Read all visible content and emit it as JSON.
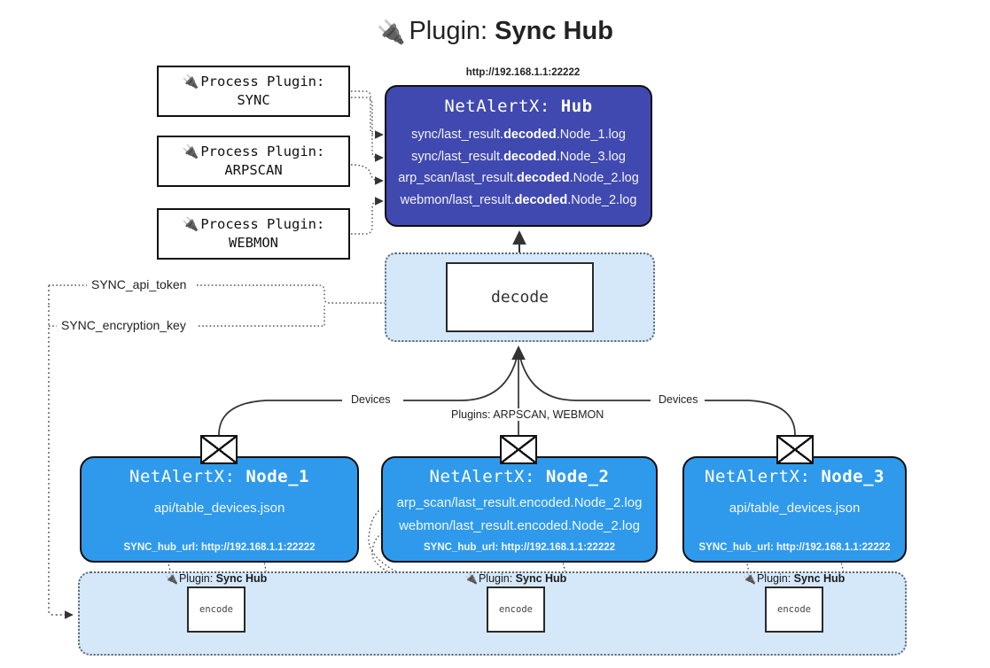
{
  "title": {
    "icon": "plug-icon",
    "prefix": "Plugin:",
    "name": "Sync Hub"
  },
  "process_plugins": [
    {
      "icon": "plug-icon",
      "label": "Process Plugin:",
      "value": "SYNC"
    },
    {
      "icon": "plug-icon",
      "label": "Process Plugin:",
      "value": "ARPSCAN"
    },
    {
      "icon": "plug-icon",
      "label": "Process Plugin:",
      "value": "WEBMON"
    }
  ],
  "hub": {
    "url": "http://192.168.1.1:22222",
    "title_prefix": "NetAlertX:",
    "title_name": "Hub",
    "lines": [
      {
        "pre": "sync/last_result.",
        "mid": "decoded",
        "post": ".Node_1.log"
      },
      {
        "pre": "sync/last_result.",
        "mid": "decoded",
        "post": ".Node_3.log"
      },
      {
        "pre": "arp_scan/last_result.",
        "mid": "decoded",
        "post": ".Node_2.log"
      },
      {
        "pre": "webmon/last_result.",
        "mid": "decoded",
        "post": ".Node_2.log"
      }
    ],
    "color": "#4049b0"
  },
  "decode": {
    "label": "decode",
    "container_color": "#d5e8fa"
  },
  "settings": [
    {
      "label": "SYNC_api_token"
    },
    {
      "label": "SYNC_encryption_key"
    }
  ],
  "edges": [
    {
      "label": "Devices"
    },
    {
      "label": "Plugins: ARPSCAN, WEBMON"
    },
    {
      "label": "Devices"
    }
  ],
  "nodes": [
    {
      "title_prefix": "NetAlertX:",
      "title_name": "Node_1",
      "lines": [
        "api/table_devices.json"
      ],
      "foot": "SYNC_hub_url: http://192.168.1.1:22222",
      "color": "#2f9aec",
      "icon": "envelope-icon"
    },
    {
      "title_prefix": "NetAlertX:",
      "title_name": "Node_2",
      "lines": [
        "arp_scan/last_result.encoded.Node_2.log",
        "webmon/last_result.encoded.Node_2.log"
      ],
      "foot": "SYNC_hub_url: http://192.168.1.1:22222",
      "color": "#2f9aec",
      "icon": "envelope-icon"
    },
    {
      "title_prefix": "NetAlertX:",
      "title_name": "Node_3",
      "lines": [
        "api/table_devices.json"
      ],
      "foot": "SYNC_hub_url: http://192.168.1.1:22222",
      "color": "#2f9aec",
      "icon": "envelope-icon"
    }
  ],
  "encoders": [
    {
      "icon": "plug-icon",
      "prefix": "Plugin:",
      "name": "Sync Hub",
      "box": "encode"
    },
    {
      "icon": "plug-icon",
      "prefix": "Plugin:",
      "name": "Sync Hub",
      "box": "encode"
    },
    {
      "icon": "plug-icon",
      "prefix": "Plugin:",
      "name": "Sync Hub",
      "box": "encode"
    }
  ],
  "colors": {
    "hub": "#4049b0",
    "node": "#2f9aec",
    "container": "#d5e8fa",
    "stroke": "#333333"
  }
}
